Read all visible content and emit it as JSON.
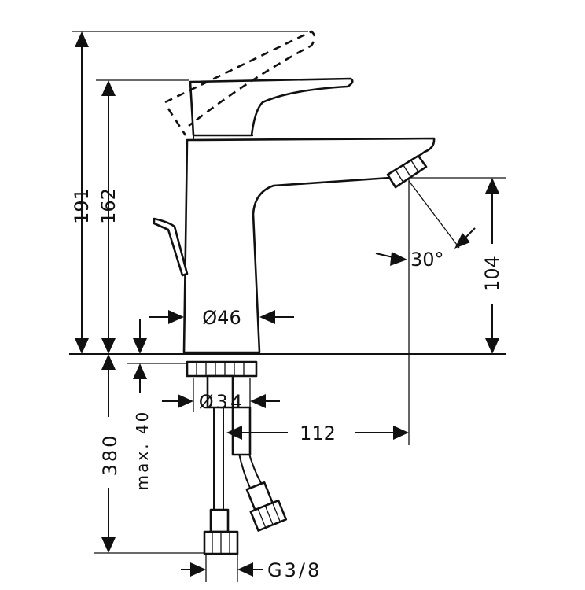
{
  "dimensions": {
    "height_total": "191",
    "height_spout": "162",
    "height_outlet": "104",
    "angle": "30°",
    "diameter_body": "Ø46",
    "diameter_base": "Ø34",
    "reach": "112",
    "hose_length": "380",
    "max_thickness": "max. 40",
    "connection_thread": "G3/8"
  }
}
